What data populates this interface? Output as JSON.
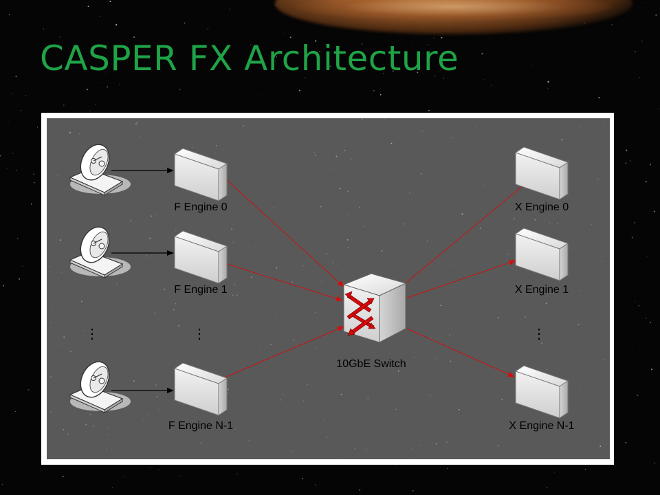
{
  "slide": {
    "title": "CASPER FX Architecture"
  },
  "diagram": {
    "f_engines": [
      "F Engine 0",
      "F Engine 1",
      "F Engine N-1"
    ],
    "x_engines": [
      "X Engine 0",
      "X Engine 1",
      "X Engine N-1"
    ],
    "switch_label": "10GbE Switch",
    "ellipsis": "⋮",
    "colors": {
      "title": "#1fa347",
      "link": "#d01010",
      "canvas": "#595959"
    }
  }
}
